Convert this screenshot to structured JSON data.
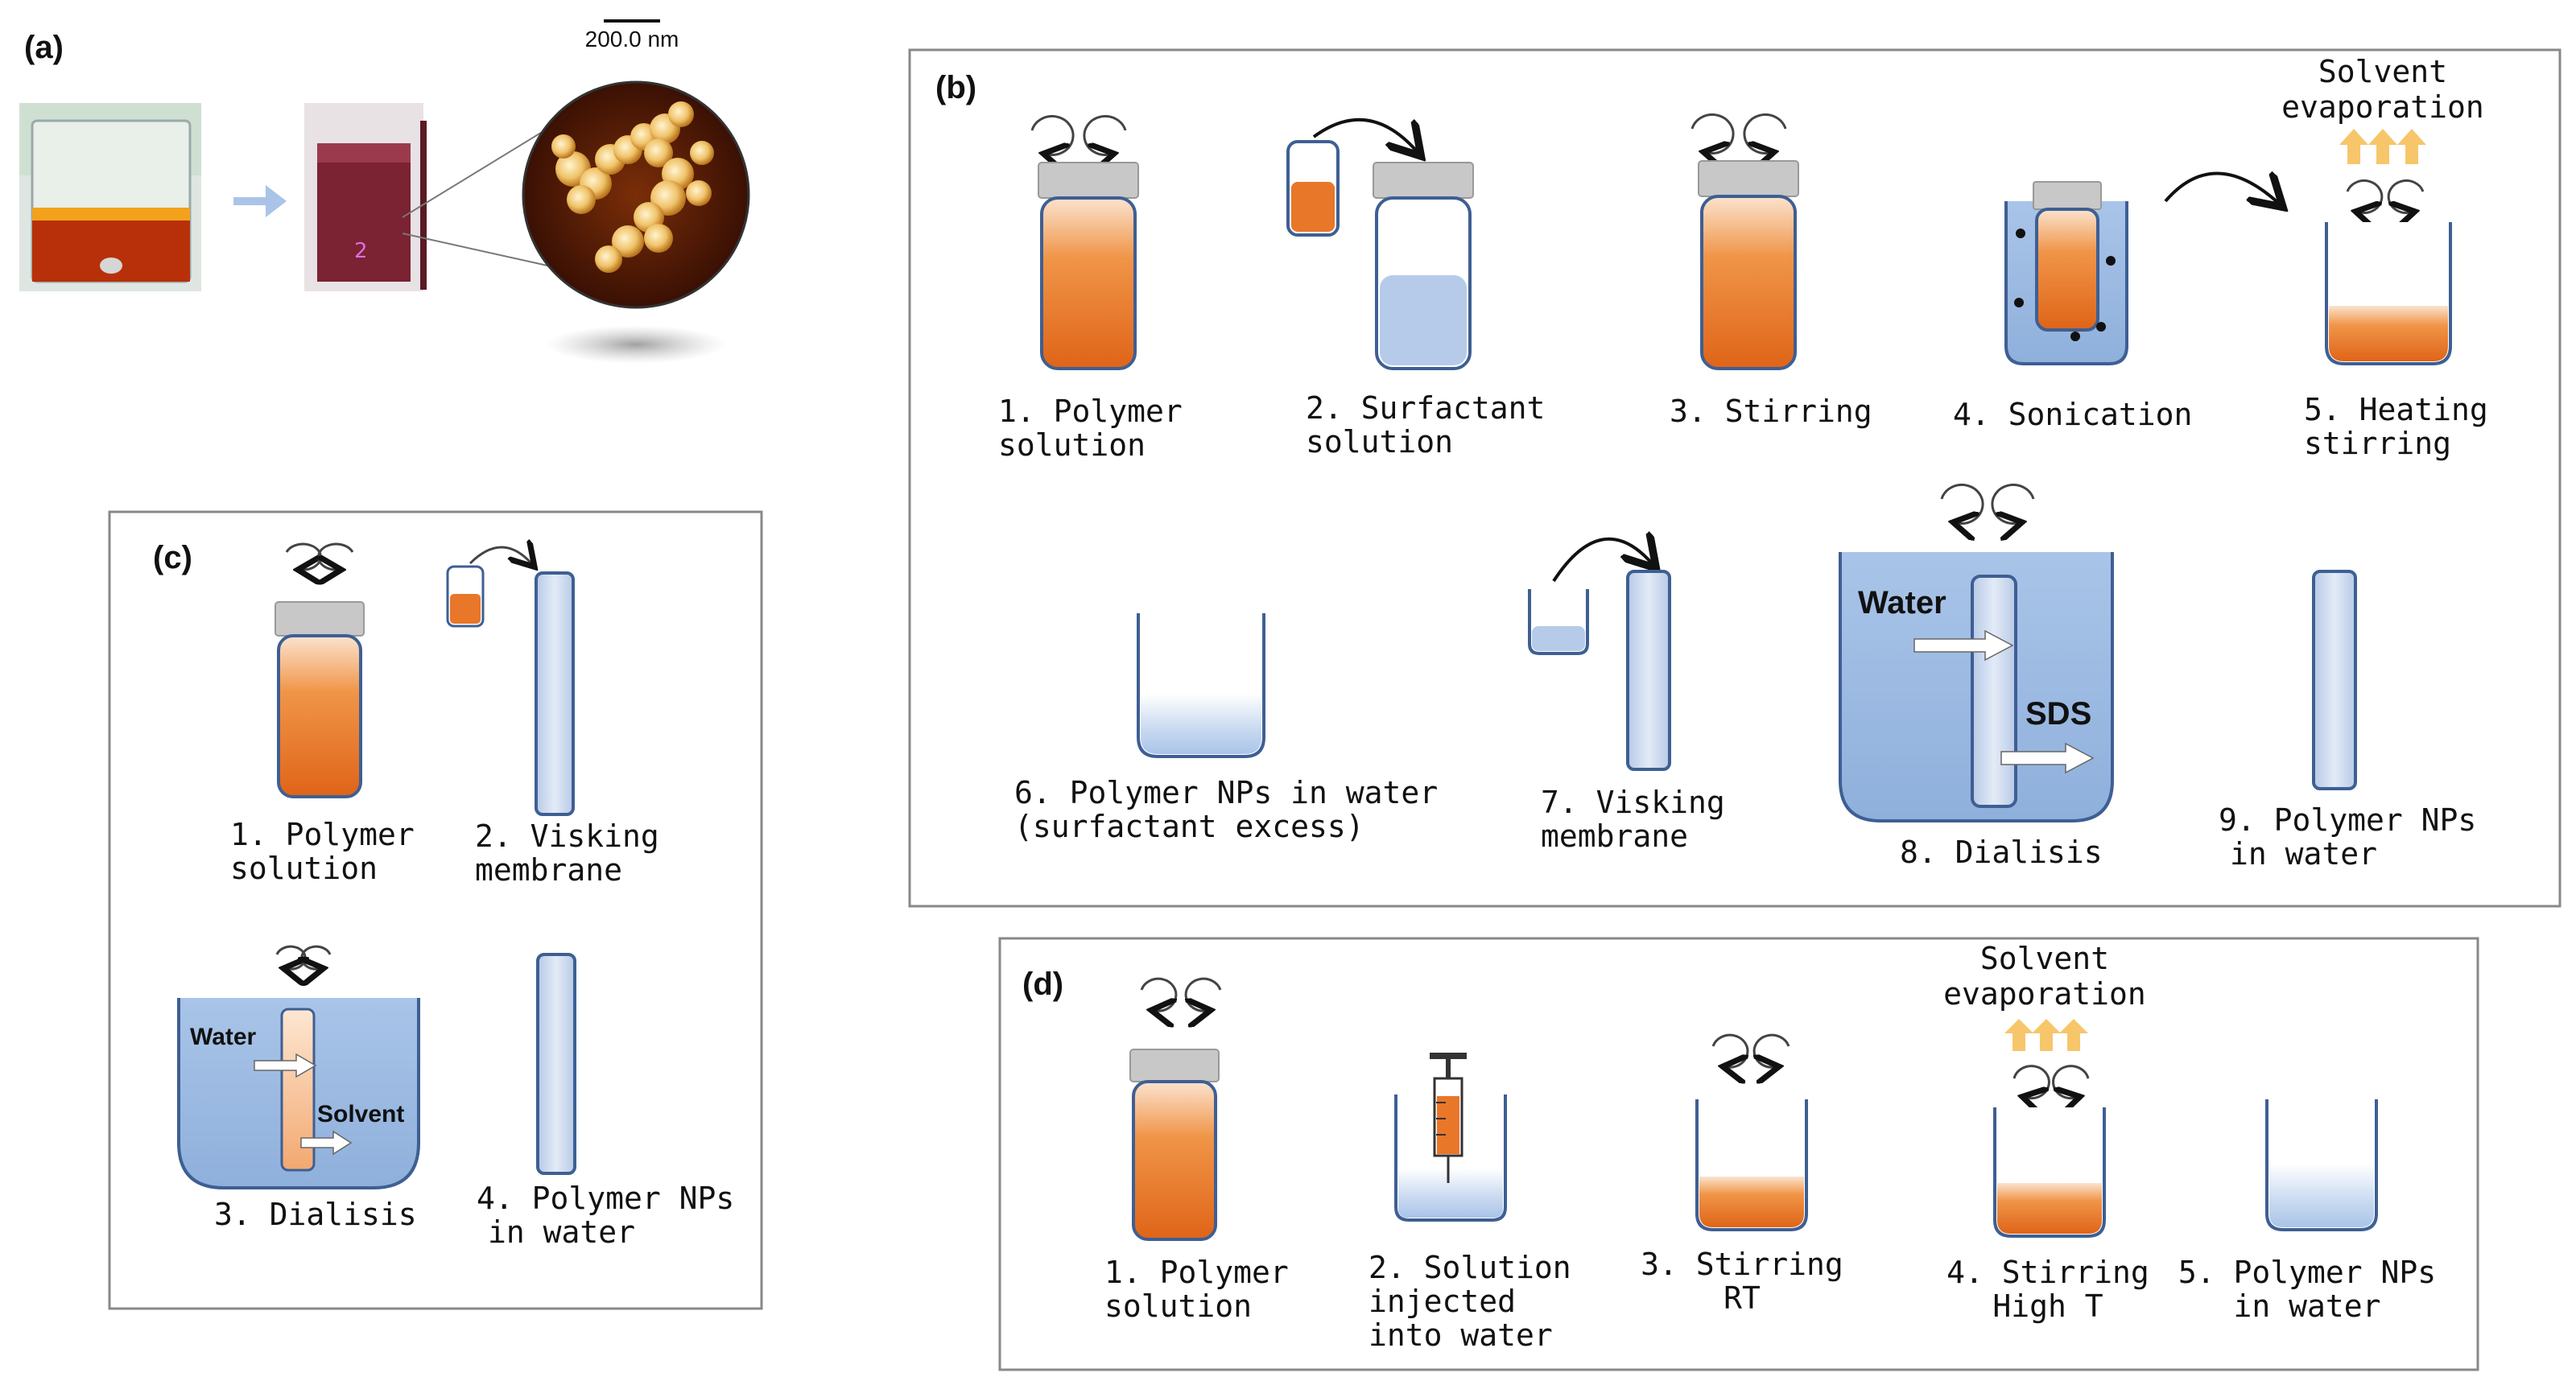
{
  "panel_a": {
    "tag": "(a)",
    "scale_bar": "200.0 nm"
  },
  "panel_b": {
    "tag": "(b)",
    "evaporation_label": [
      "Solvent",
      "evaporation"
    ],
    "steps": [
      {
        "lines": [
          "1. Polymer",
          "solution"
        ]
      },
      {
        "lines": [
          "2. Surfactant",
          "solution"
        ]
      },
      {
        "lines": [
          "3. Stirring"
        ]
      },
      {
        "lines": [
          "4. Sonication"
        ]
      },
      {
        "lines": [
          "5. Heating",
          "stirring"
        ]
      },
      {
        "lines": [
          "6. Polymer NPs in water",
          "(surfactant excess)"
        ]
      },
      {
        "lines": [
          "7. Visking",
          "membrane"
        ]
      },
      {
        "lines": [
          "8. Dialisis"
        ]
      },
      {
        "lines": [
          "9. Polymer NPs",
          "in water"
        ]
      }
    ],
    "dialysis_water": "Water",
    "dialysis_out": "SDS"
  },
  "panel_c": {
    "tag": "(c)",
    "steps": [
      {
        "lines": [
          "1. Polymer",
          "solution"
        ]
      },
      {
        "lines": [
          "2. Visking",
          "membrane"
        ]
      },
      {
        "lines": [
          "3. Dialisis"
        ]
      },
      {
        "lines": [
          "4. Polymer NPs",
          "in water"
        ]
      }
    ],
    "dialysis_water": "Water",
    "dialysis_out": "Solvent"
  },
  "panel_d": {
    "tag": "(d)",
    "evaporation_label": [
      "Solvent",
      "evaporation"
    ],
    "steps": [
      {
        "lines": [
          "1. Polymer",
          "solution"
        ]
      },
      {
        "lines": [
          "2. Solution",
          "injected",
          "into water"
        ]
      },
      {
        "lines": [
          "3. Stirring",
          "RT"
        ]
      },
      {
        "lines": [
          "4. Stirring",
          "High T"
        ]
      },
      {
        "lines": [
          "5. Polymer NPs",
          "in water"
        ]
      }
    ]
  },
  "colors": {
    "orange": "#e8772a",
    "blue_fill": "#a9c4e8",
    "blue_stroke": "#3e5f93",
    "cap": "#c8c8c8",
    "arrow_yellow": "#f7c66a",
    "panel_border": "#888888"
  }
}
